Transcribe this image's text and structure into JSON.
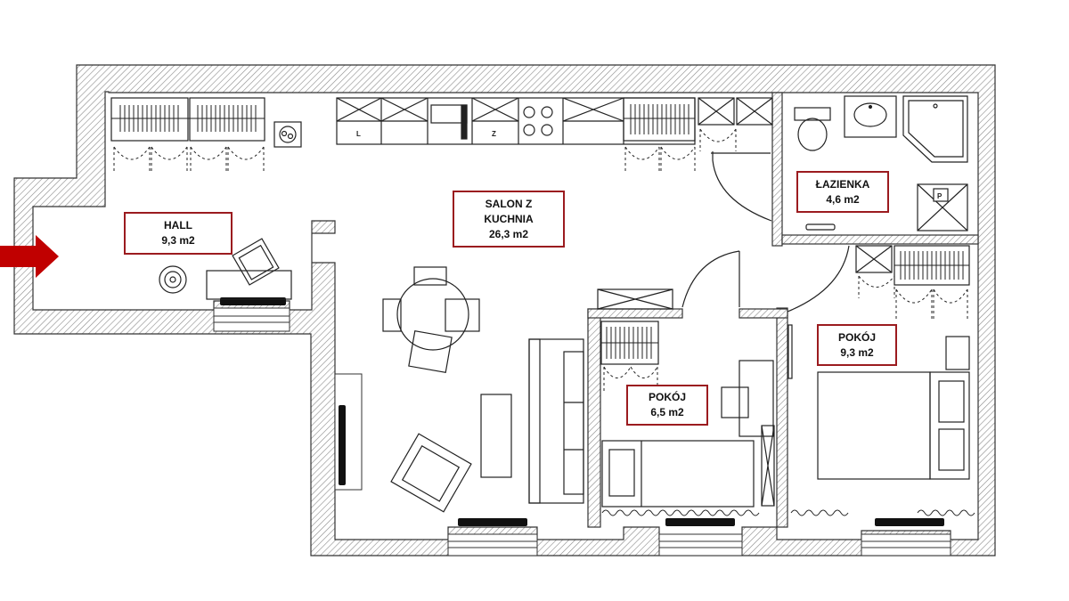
{
  "rooms": {
    "hall": {
      "name": "HALL",
      "area": "9,3 m2"
    },
    "salon": {
      "name": "SALON Z",
      "name2": "KUCHNIA",
      "area": "26,3 m2"
    },
    "lazienka": {
      "name": "ŁAZIENKA",
      "area": "4,6 m2"
    },
    "pokoj1": {
      "name": "POKÓJ",
      "area": "6,5 m2"
    },
    "pokoj2": {
      "name": "POKÓJ",
      "area": "9,3 m2"
    }
  },
  "kitchen_marks": {
    "fridge": "L",
    "freezer": "Z"
  },
  "bathroom_mark": "P",
  "colors": {
    "label_border": "#9b1b1f",
    "entrance_arrow": "#c00000",
    "wall_hatch": "#888888"
  },
  "icons": [
    "entrance-arrow-icon",
    "door-swing-icon",
    "wardrobe-icon",
    "toilet-icon",
    "sink-icon",
    "shower-icon",
    "radiator-icon",
    "bed-icon",
    "sofa-icon",
    "dining-table-icon",
    "armchair-icon",
    "stove-icon"
  ]
}
